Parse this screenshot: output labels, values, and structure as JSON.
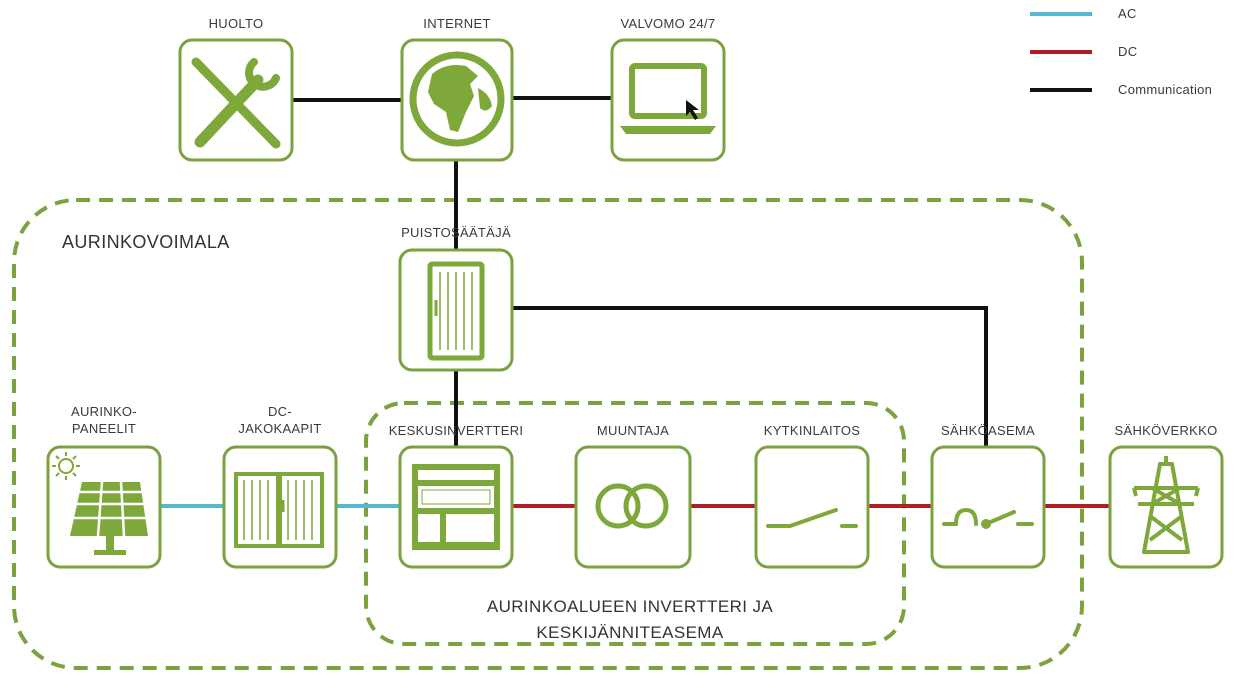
{
  "legend": {
    "ac": {
      "label": "AC",
      "color": "#55b7d3"
    },
    "dc": {
      "label": "DC",
      "color": "#b01e23"
    },
    "comm": {
      "label": "Communication",
      "color": "#111111"
    }
  },
  "colors": {
    "accent": "#7ba23f",
    "icon_fill": "#7fa83a",
    "box_bg": "#ffffff"
  },
  "zones": {
    "plant": {
      "label": "AURINKOVOIMALA"
    },
    "inverter_station": {
      "line1": "AURINKOALUEEN INVERTTERI JA",
      "line2": "KESKIJÄNNITEASEMA"
    }
  },
  "nodes": {
    "huolto": {
      "label": "HUOLTO",
      "icon": "tools-icon"
    },
    "internet": {
      "label": "INTERNET",
      "icon": "globe-icon"
    },
    "valvomo": {
      "label": "VALVOMO 24/7",
      "icon": "laptop-icon"
    },
    "puisto": {
      "label": "PUISTOSÄÄTÄJÄ",
      "icon": "cabinet-icon"
    },
    "paneelit": {
      "line1": "AURINKO-",
      "line2": "PANEELIT",
      "icon": "solar-panel-icon"
    },
    "jakokaapit": {
      "line1": "DC-",
      "line2": "JAKOKAAPIT",
      "icon": "dc-cabinet-icon"
    },
    "keskus": {
      "label": "KESKUSINVERTTERI",
      "icon": "inverter-icon"
    },
    "muuntaja": {
      "label": "MUUNTAJA",
      "icon": "transformer-icon"
    },
    "kytkin": {
      "label": "KYTKINLAITOS",
      "icon": "switch-icon"
    },
    "sahkoasema": {
      "label": "SÄHKÖASEMA",
      "icon": "substation-icon"
    },
    "verkko": {
      "label": "SÄHKÖVERKKO",
      "icon": "pylon-icon"
    }
  }
}
